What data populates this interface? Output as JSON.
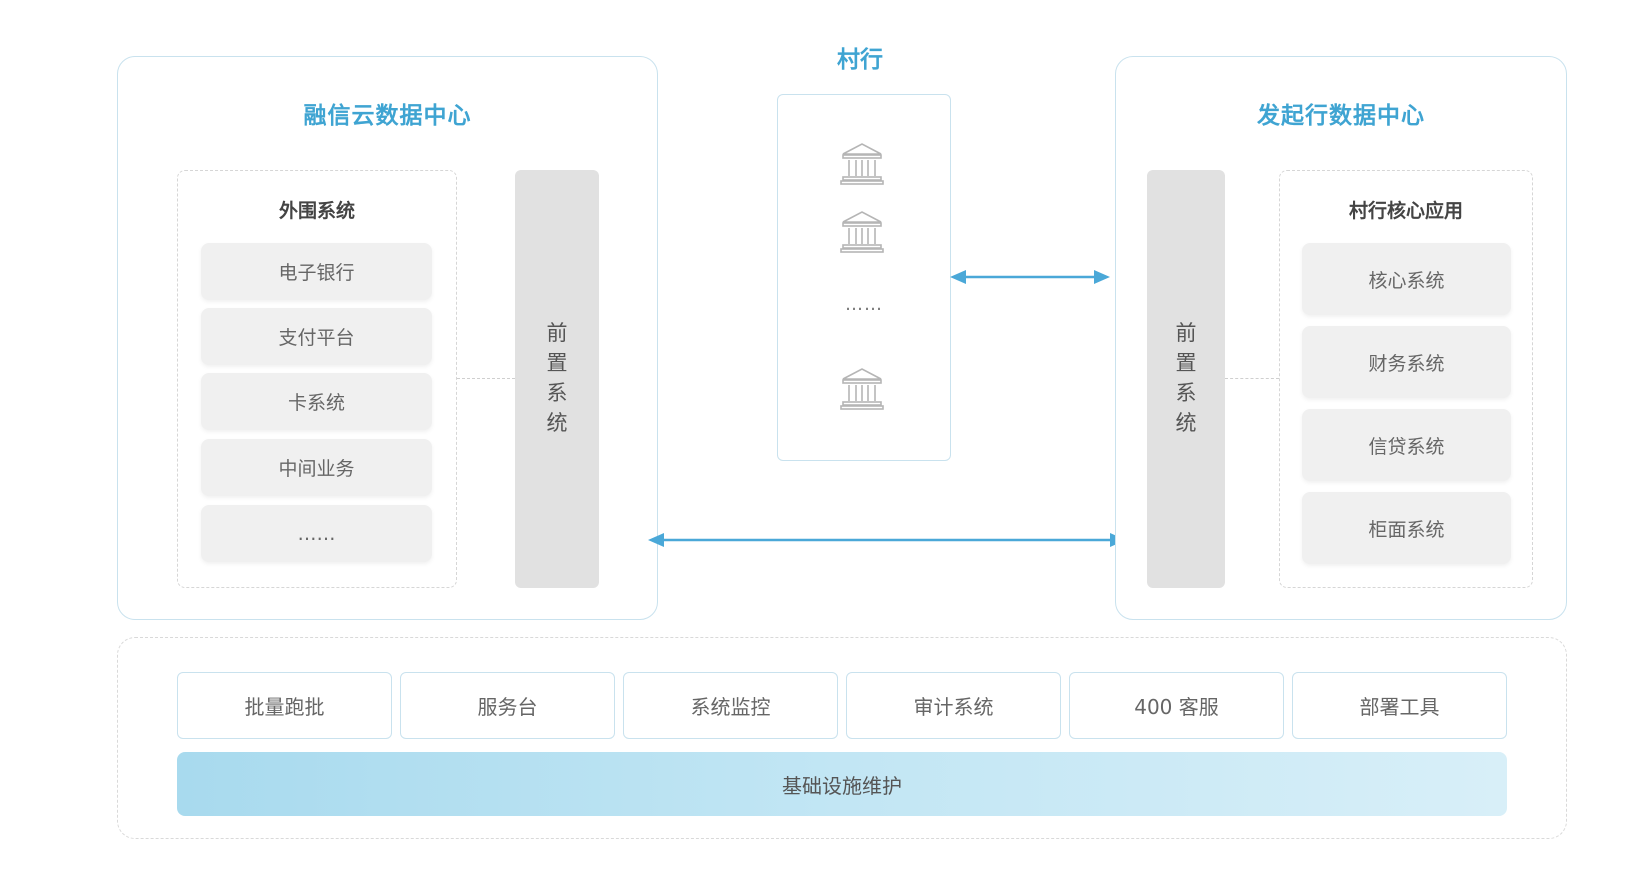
{
  "left_dc": {
    "title": "融信云数据中心",
    "group_title": "外围系统",
    "items": [
      "电子银行",
      "支付平台",
      "卡系统",
      "中间业务",
      "……"
    ],
    "front_system": [
      "前",
      "置",
      "系",
      "统"
    ]
  },
  "village": {
    "title": "村行",
    "dots": "……",
    "icons": [
      "bank-icon",
      "bank-icon",
      "bank-icon"
    ]
  },
  "right_dc": {
    "title": "发起行数据中心",
    "group_title": "村行核心应用",
    "items": [
      "核心系统",
      "财务系统",
      "信贷系统",
      "柜面系统"
    ],
    "front_system": [
      "前",
      "置",
      "系",
      "统"
    ]
  },
  "bottom": {
    "tools": [
      "批量跑批",
      "服务台",
      "系统监控",
      "审计系统",
      "400 客服",
      "部署工具"
    ],
    "infra": "基础设施维护"
  },
  "colors": {
    "accent": "#3fa4d2",
    "arrow": "#4aa8d8",
    "panel_border": "#c9e2ee",
    "item_bg": "#f0f0f0",
    "bar_bg": "#e1e1e1"
  }
}
